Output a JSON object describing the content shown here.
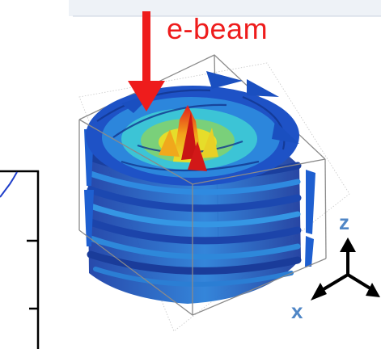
{
  "beam_label": "e-beam",
  "axes": {
    "z_label": "z",
    "x_label": "x"
  },
  "colors": {
    "beam_arrow": "#ee1c1c",
    "axis_label": "#4f86c6",
    "cube_edge": "#808080",
    "field_low": "#1a4fc0",
    "field_mid": "#22c7d8",
    "field_high": "#d61a1a"
  }
}
